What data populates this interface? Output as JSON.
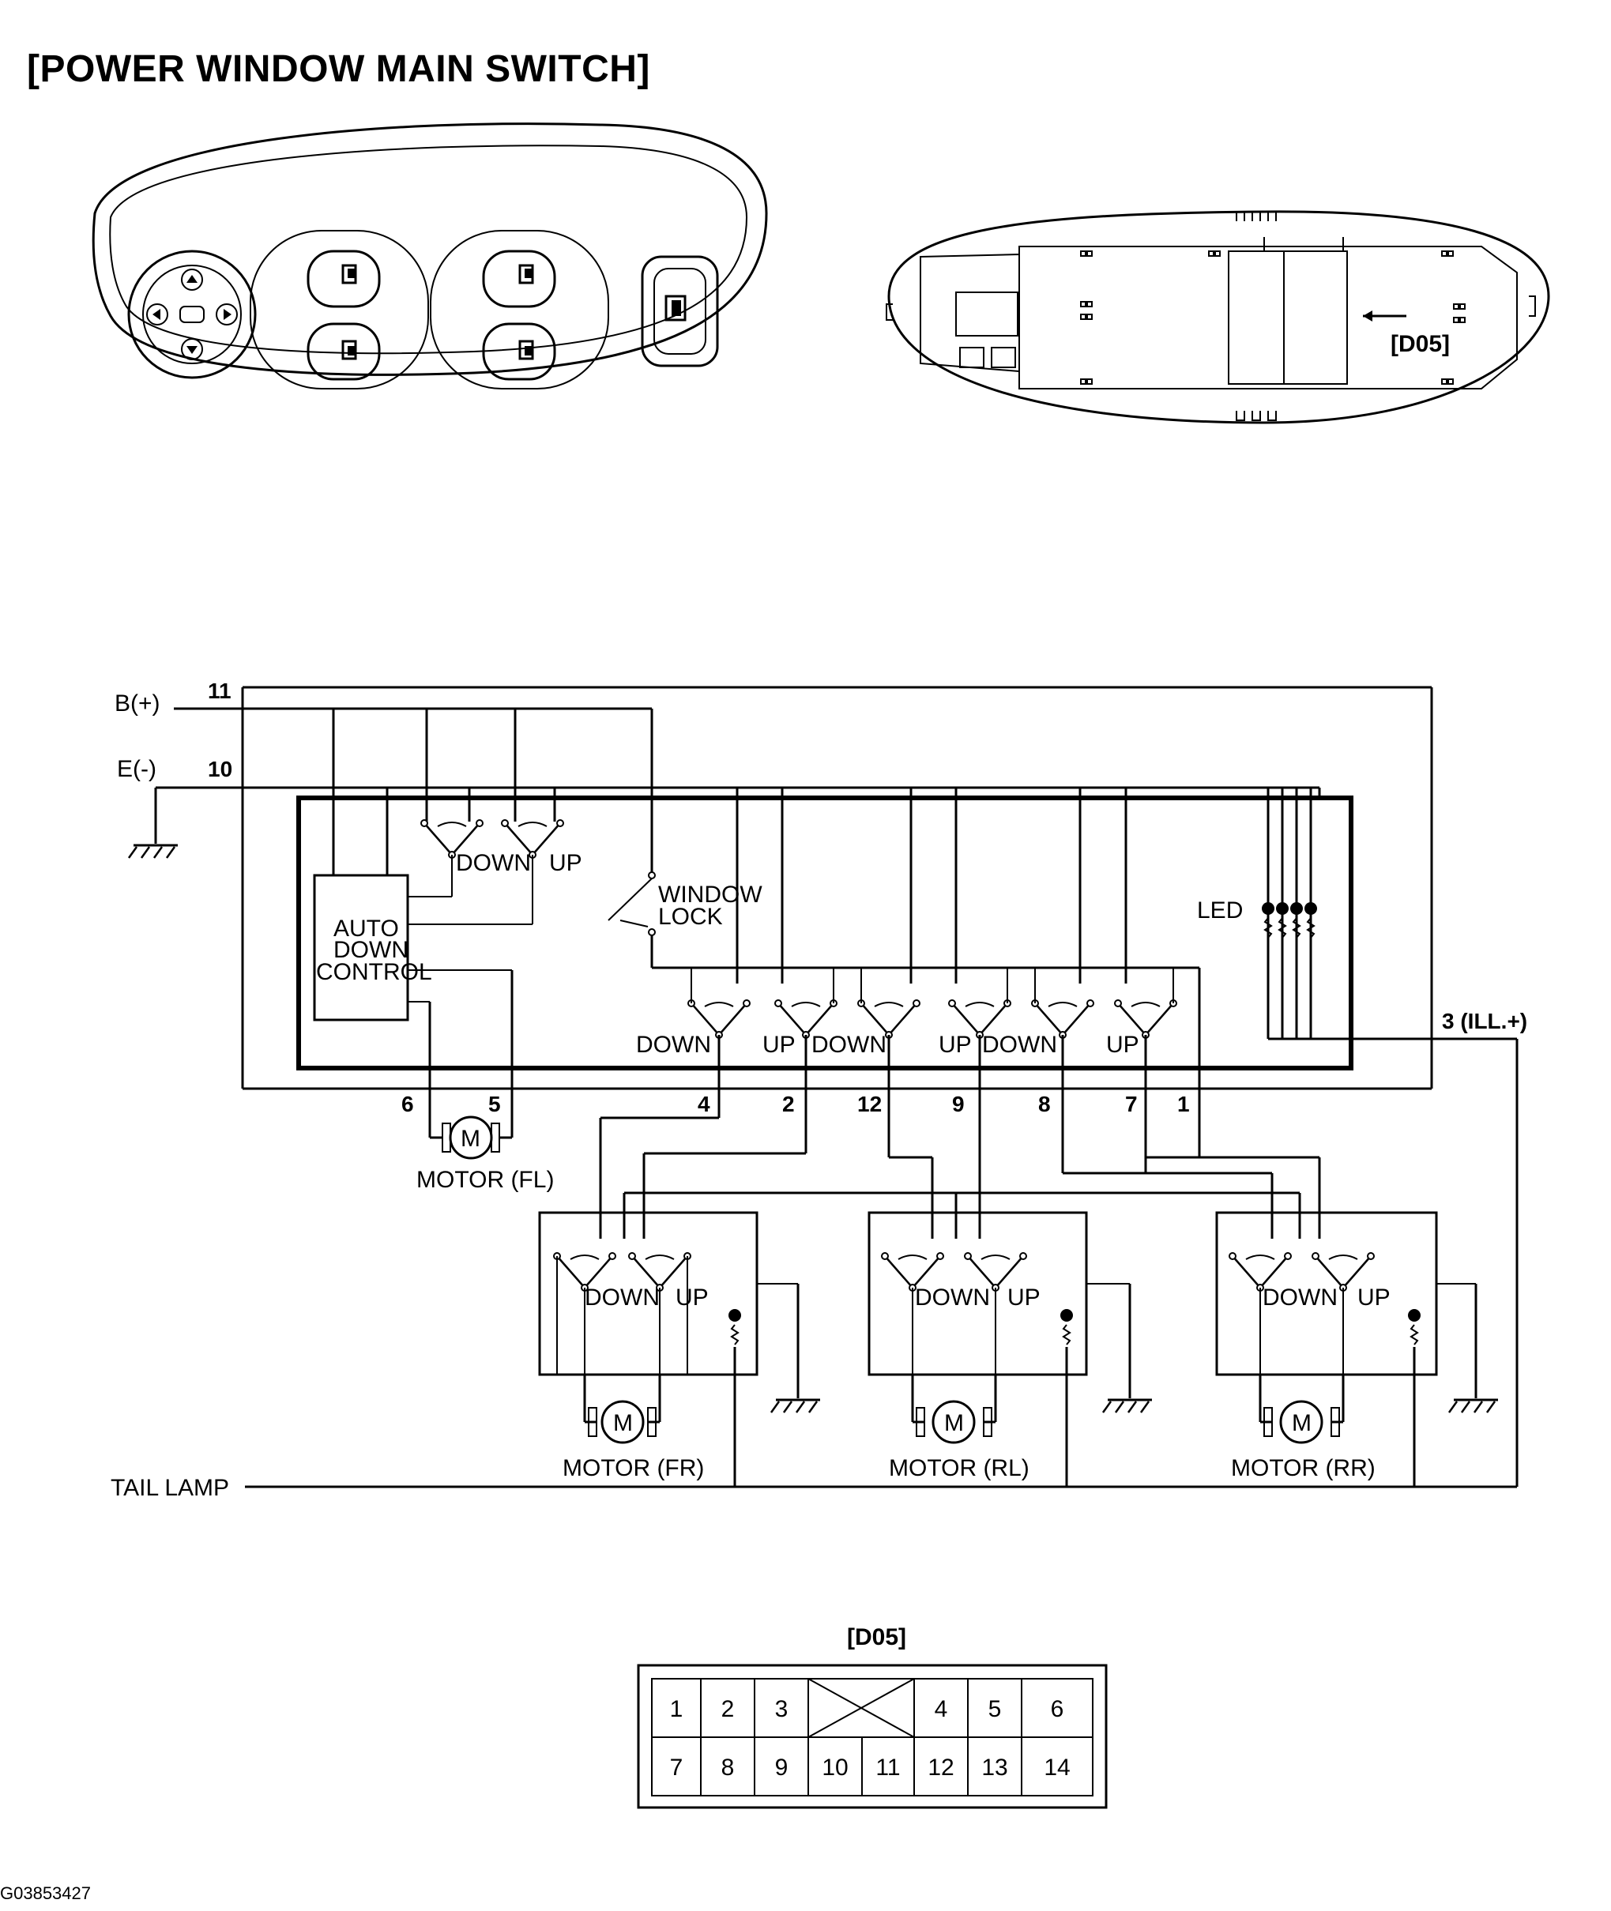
{
  "title": "[POWER WINDOW MAIN SWITCH]",
  "figure_id": "G03853427",
  "connector_callout": "[D05]",
  "inputs": {
    "battery": "B(+)",
    "ground": "E(-)",
    "tail_lamp": "TAIL LAMP"
  },
  "blocks": {
    "auto_down_line1": "AUTO",
    "auto_down_line2": "DOWN",
    "auto_down_line3": "CONTROL",
    "window_lock_line1": "WINDOW",
    "window_lock_line2": "LOCK",
    "led": "LED"
  },
  "switch_labels": {
    "down": "DOWN",
    "up": "UP"
  },
  "motor_symbol": "M",
  "motors": {
    "fl": "MOTOR (FL)",
    "fr": "MOTOR (FR)",
    "rl": "MOTOR (RL)",
    "rr": "MOTOR (RR)"
  },
  "pins": {
    "p11": "11",
    "p10": "10",
    "p6": "6",
    "p5": "5",
    "p4": "4",
    "p2": "2",
    "p12": "12",
    "p9": "9",
    "p8": "8",
    "p7": "7",
    "p1": "1",
    "p3": "3 (ILL.+)"
  },
  "connector": {
    "title": "[D05]",
    "row1": [
      "1",
      "2",
      "3",
      "",
      "4",
      "5",
      "6"
    ],
    "row2": [
      "7",
      "8",
      "9",
      "10",
      "11",
      "12",
      "13",
      "14"
    ]
  }
}
